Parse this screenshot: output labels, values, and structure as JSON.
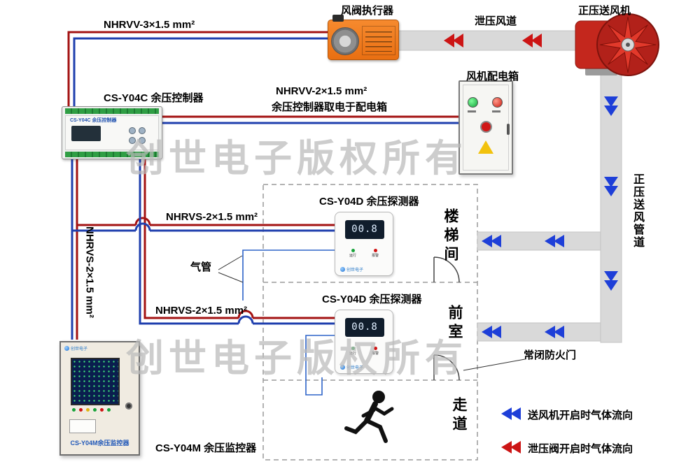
{
  "diagram": {
    "watermark": "创世电子版权所有",
    "labels": {
      "actuator": "风阀执行器",
      "fan": "正压送风机",
      "relief_duct": "泄压风道",
      "supply_duct_vertical": "正压送风管道",
      "distribution_box": "风机配电箱",
      "controller": "CS-Y04C 余压控制器",
      "detector_1": "CS-Y04D 余压探测器",
      "detector_2": "CS-Y04D 余压探测器",
      "monitor": "CS-Y04M 余压监控器",
      "air_tube": "气管",
      "fire_door": "常闭防火门",
      "room_staircase": "楼梯间",
      "room_front": "前室",
      "room_corridor": "走道"
    },
    "wires": {
      "actuator_cable": "NHRVV-3×1.5 mm²",
      "power_cable": "NHRVV-2×1.5 mm²",
      "power_note": "余压控制器取电于配电箱",
      "detector1_cable": "NHRVS-2×1.5 mm²",
      "detector2_cable": "NHRVS-2×1.5 mm²",
      "monitor_cable": "NHRVS-2×1.5 mm²"
    },
    "legend": {
      "supply_flow": "送风机开启时气体流向",
      "relief_flow": "泄压阀开启时气体流向"
    },
    "devices": {
      "controller_header": "CS-Y04C 余压控制器",
      "detector": {
        "reading": "00.8",
        "run_label": "运行",
        "alarm_label": "报警",
        "brand": "创世电子"
      },
      "monitor_plate": "CS-Y04M余压监控器",
      "monitor_brand": "创世电子"
    },
    "colors": {
      "wire_red": "#a31212",
      "wire_blue": "#1f3fae",
      "arrow_blue": "#1e3fd8",
      "arrow_red": "#cc1515",
      "duct_gray": "#d9d9d9",
      "actuator_orange": "#f07a1f",
      "fan_red": "#c4271d"
    }
  }
}
